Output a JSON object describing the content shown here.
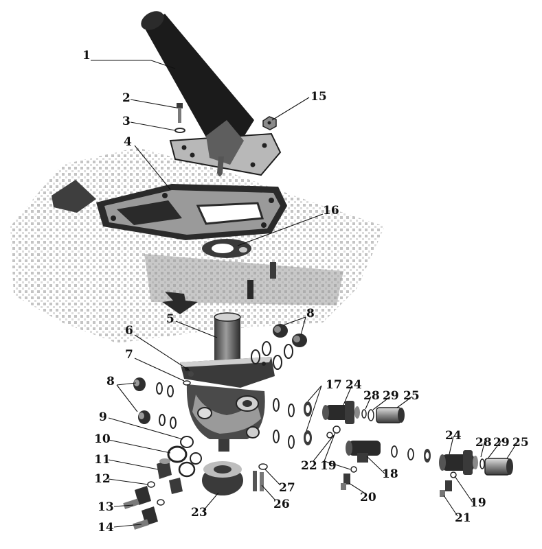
{
  "diagram": {
    "callouts": [
      "1",
      "2",
      "3",
      "15",
      "4",
      "16",
      "5",
      "8",
      "6",
      "7",
      "8",
      "9",
      "10",
      "11",
      "12",
      "13",
      "14",
      "23",
      "26",
      "27",
      "17",
      "24",
      "28",
      "29",
      "25",
      "22",
      "19",
      "18",
      "20",
      "24",
      "28",
      "29",
      "25",
      "19",
      "21"
    ]
  }
}
